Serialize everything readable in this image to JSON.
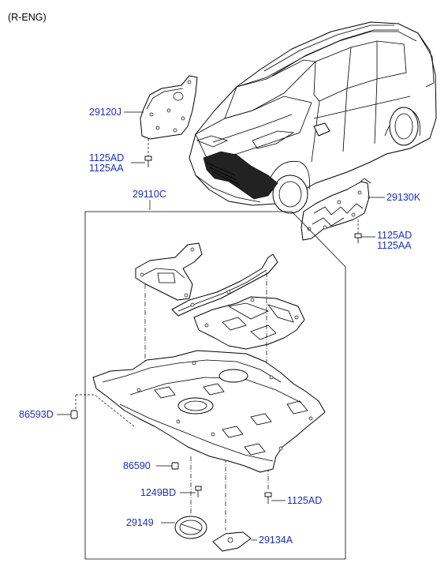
{
  "diagram": {
    "heading": "(R-ENG)",
    "label_color": "#1a2fbf",
    "labels": {
      "p29120J": "29120J",
      "p1125AD_left": "1125AD",
      "p1125AA_left": "1125AA",
      "p29110C": "29110C",
      "p29130K": "29130K",
      "p1125AD_right": "1125AD",
      "p1125AA_right": "1125AA",
      "p86593D": "86593D",
      "p86590": "86590",
      "p1249BD": "1249BD",
      "p1125AD_bottom": "1125AD",
      "p29149": "29149",
      "p29134A": "29134A"
    }
  }
}
